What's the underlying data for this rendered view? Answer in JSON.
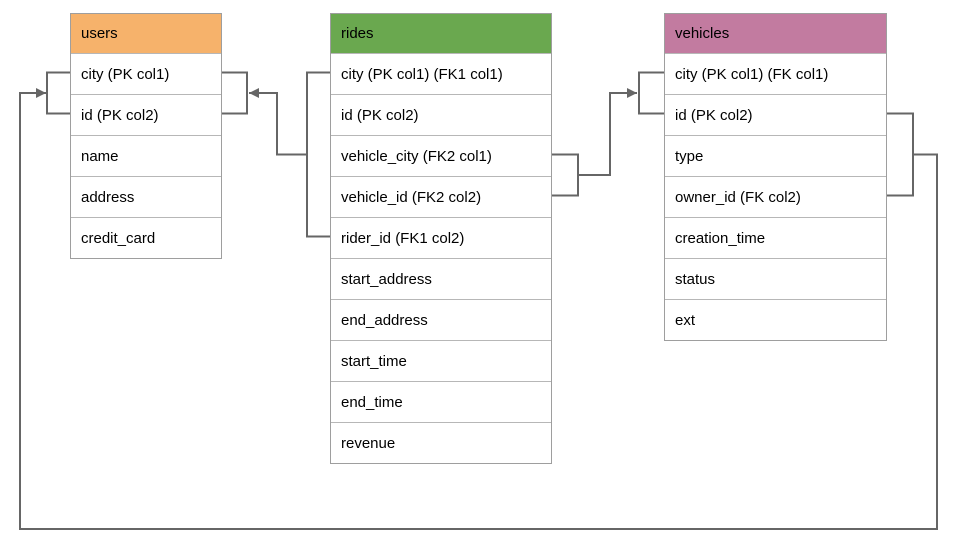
{
  "colors": {
    "users_header": "#f6b26b",
    "rides_header": "#6aa84f",
    "vehicles_header": "#c27ba0",
    "connector_line": "#666666",
    "row_border": "#b7b7b7"
  },
  "tables": [
    {
      "name": "users",
      "header_color": "#f6b26b",
      "columns": [
        "city (PK col1)",
        "id (PK col2)",
        "name",
        "address",
        "credit_card"
      ]
    },
    {
      "name": "rides",
      "header_color": "#6aa84f",
      "columns": [
        "city (PK col1) (FK1 col1)",
        "id (PK col2)",
        "vehicle_city (FK2 col1)",
        "vehicle_id (FK2 col2)",
        "rider_id (FK1 col2)",
        "start_address",
        "end_address",
        "start_time",
        "end_time",
        "revenue"
      ]
    },
    {
      "name": "vehicles",
      "header_color": "#c27ba0",
      "columns": [
        "city (PK col1) (FK col1)",
        "id (PK col2)",
        "type",
        "owner_id (FK col2)",
        "creation_time",
        "status",
        "ext"
      ]
    }
  ],
  "relationships": [
    {
      "name": "fk1",
      "from_table": "rides",
      "from_columns": [
        "city (FK1 col1)",
        "rider_id (FK1 col2)"
      ],
      "to_table": "users",
      "to_columns": [
        "city (PK col1)",
        "id (PK col2)"
      ]
    },
    {
      "name": "fk2",
      "from_table": "rides",
      "from_columns": [
        "vehicle_city (FK2 col1)",
        "vehicle_id (FK2 col2)"
      ],
      "to_table": "vehicles",
      "to_columns": [
        "city (PK col1)",
        "id (PK col2)"
      ]
    },
    {
      "name": "fk",
      "from_table": "vehicles",
      "from_columns": [
        "city (FK col1)",
        "owner_id (FK col2)"
      ],
      "to_table": "users",
      "to_columns": [
        "city (PK col1)",
        "id (PK col2)"
      ]
    }
  ]
}
